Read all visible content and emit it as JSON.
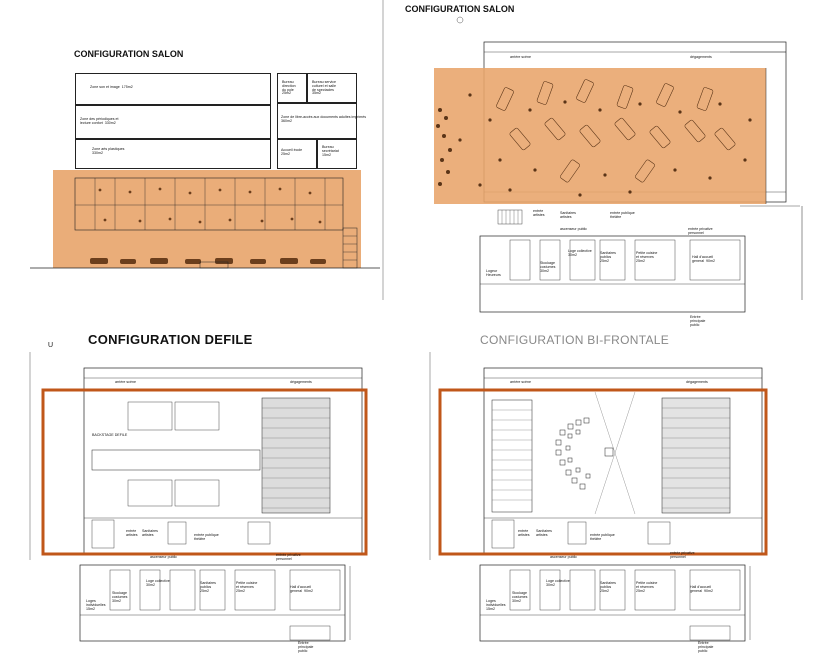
{
  "panels": {
    "elevation": {
      "title": "CONFIGURATION SALON",
      "rooms": [
        {
          "label": "Zone son et image  175m2"
        },
        {
          "label": "Zone des périodiques et\nlecture confort  330m2"
        },
        {
          "label": "Zone arts plastiques\n330m2"
        },
        {
          "label": "Bureau\ndirection\ndu pole\n25m2"
        },
        {
          "label": "Bureau service\nculturel et salle\nde spectacles\n35m2"
        },
        {
          "label": "Zone de libre-accès aux documents adultes imprimés\n360m2"
        },
        {
          "label": "Accueil école\n25m2"
        },
        {
          "label": "Bureau\nsecrétariat\n15m2"
        }
      ]
    },
    "plan_salon": {
      "title": "CONFIGURATION SALON",
      "labels": {
        "arriere_scene": "arrière scène",
        "degagements": "dégagements",
        "entree_artistes": "entrée\nartistes",
        "sanitaires_artistes": "Sanitaires\nartistes",
        "ascenseur_public": "ascenseur public",
        "entree_publique": "entrée publique\nthéâtre",
        "entree_privative": "entrée privative\npersonnel",
        "logeur": "Logeur\nHeureurs",
        "stockage": "Stockage\ncostumes\n30m2",
        "loge_collective": "Loge collective\n30m2",
        "sanitaires_public": "Sanitaires\npublics\n25m2",
        "petite_cuisine": "Petite cuisine\net réserves\n25m2",
        "hall": "Hall d'accueil\ngeneral  90m2",
        "entree_principale": "Entrée\nprincipale\npublic"
      }
    },
    "plan_defile": {
      "title": "CONFIGURATION DEFILE",
      "marker": "U",
      "labels": {
        "arriere_scene": "arrière scène",
        "degagements": "dégagements",
        "backstage": "BACKSTAGE DEFILE",
        "entree_artistes": "entrée\nartistes",
        "sanitaires_artistes": "Sanitaires\nartistes",
        "ascenseur_public": "ascenseur public",
        "entree_publique": "entrée publique\nthéâtre",
        "entree_privative": "entrée privative\npersonnel",
        "logeur": "Loges\nindividuelles\n15m2",
        "stockage": "Stockage\ncostumes\n30m2",
        "loge_collective": "Loge collective\n30m2",
        "sanitaires_public": "Sanitaires\npublics\n25m2",
        "petite_cuisine": "Petite cuisine\net réserves\n25m2",
        "hall": "Hall d'accueil\ngeneral  90m2",
        "entree_principale": "Entrée\nprincipale\npublic"
      }
    },
    "plan_bifrontale": {
      "title": "CONFIGURATION BI-FRONTALE",
      "labels": {
        "arriere_scene": "arrière scène",
        "degagements": "dégagements",
        "entree_artistes": "entrée\nartistes",
        "sanitaires_artistes": "Sanitaires\nartistes",
        "ascenseur_public": "ascenseur public",
        "entree_publique": "entrée publique\nthéâtre",
        "entree_privative": "entrée privative\npersonnel",
        "logeur": "Loges\nindividuelles\n15m2",
        "stockage": "Stockage\ncostumes\n30m2",
        "loge_collective": "Loge collective\n30m2",
        "sanitaires_public": "Sanitaires\npublics\n25m2",
        "petite_cuisine": "Petite cuisine\net réserves\n25m2",
        "hall": "Hall d'accueil\ngeneral  90m2",
        "entree_principale": "Entrée\nprincipale\npublic"
      }
    }
  },
  "colors": {
    "salon_overlay": "#e8a46a",
    "frame_highlight": "#c0571a",
    "ink": "#222222",
    "title_gray": "#888888"
  }
}
